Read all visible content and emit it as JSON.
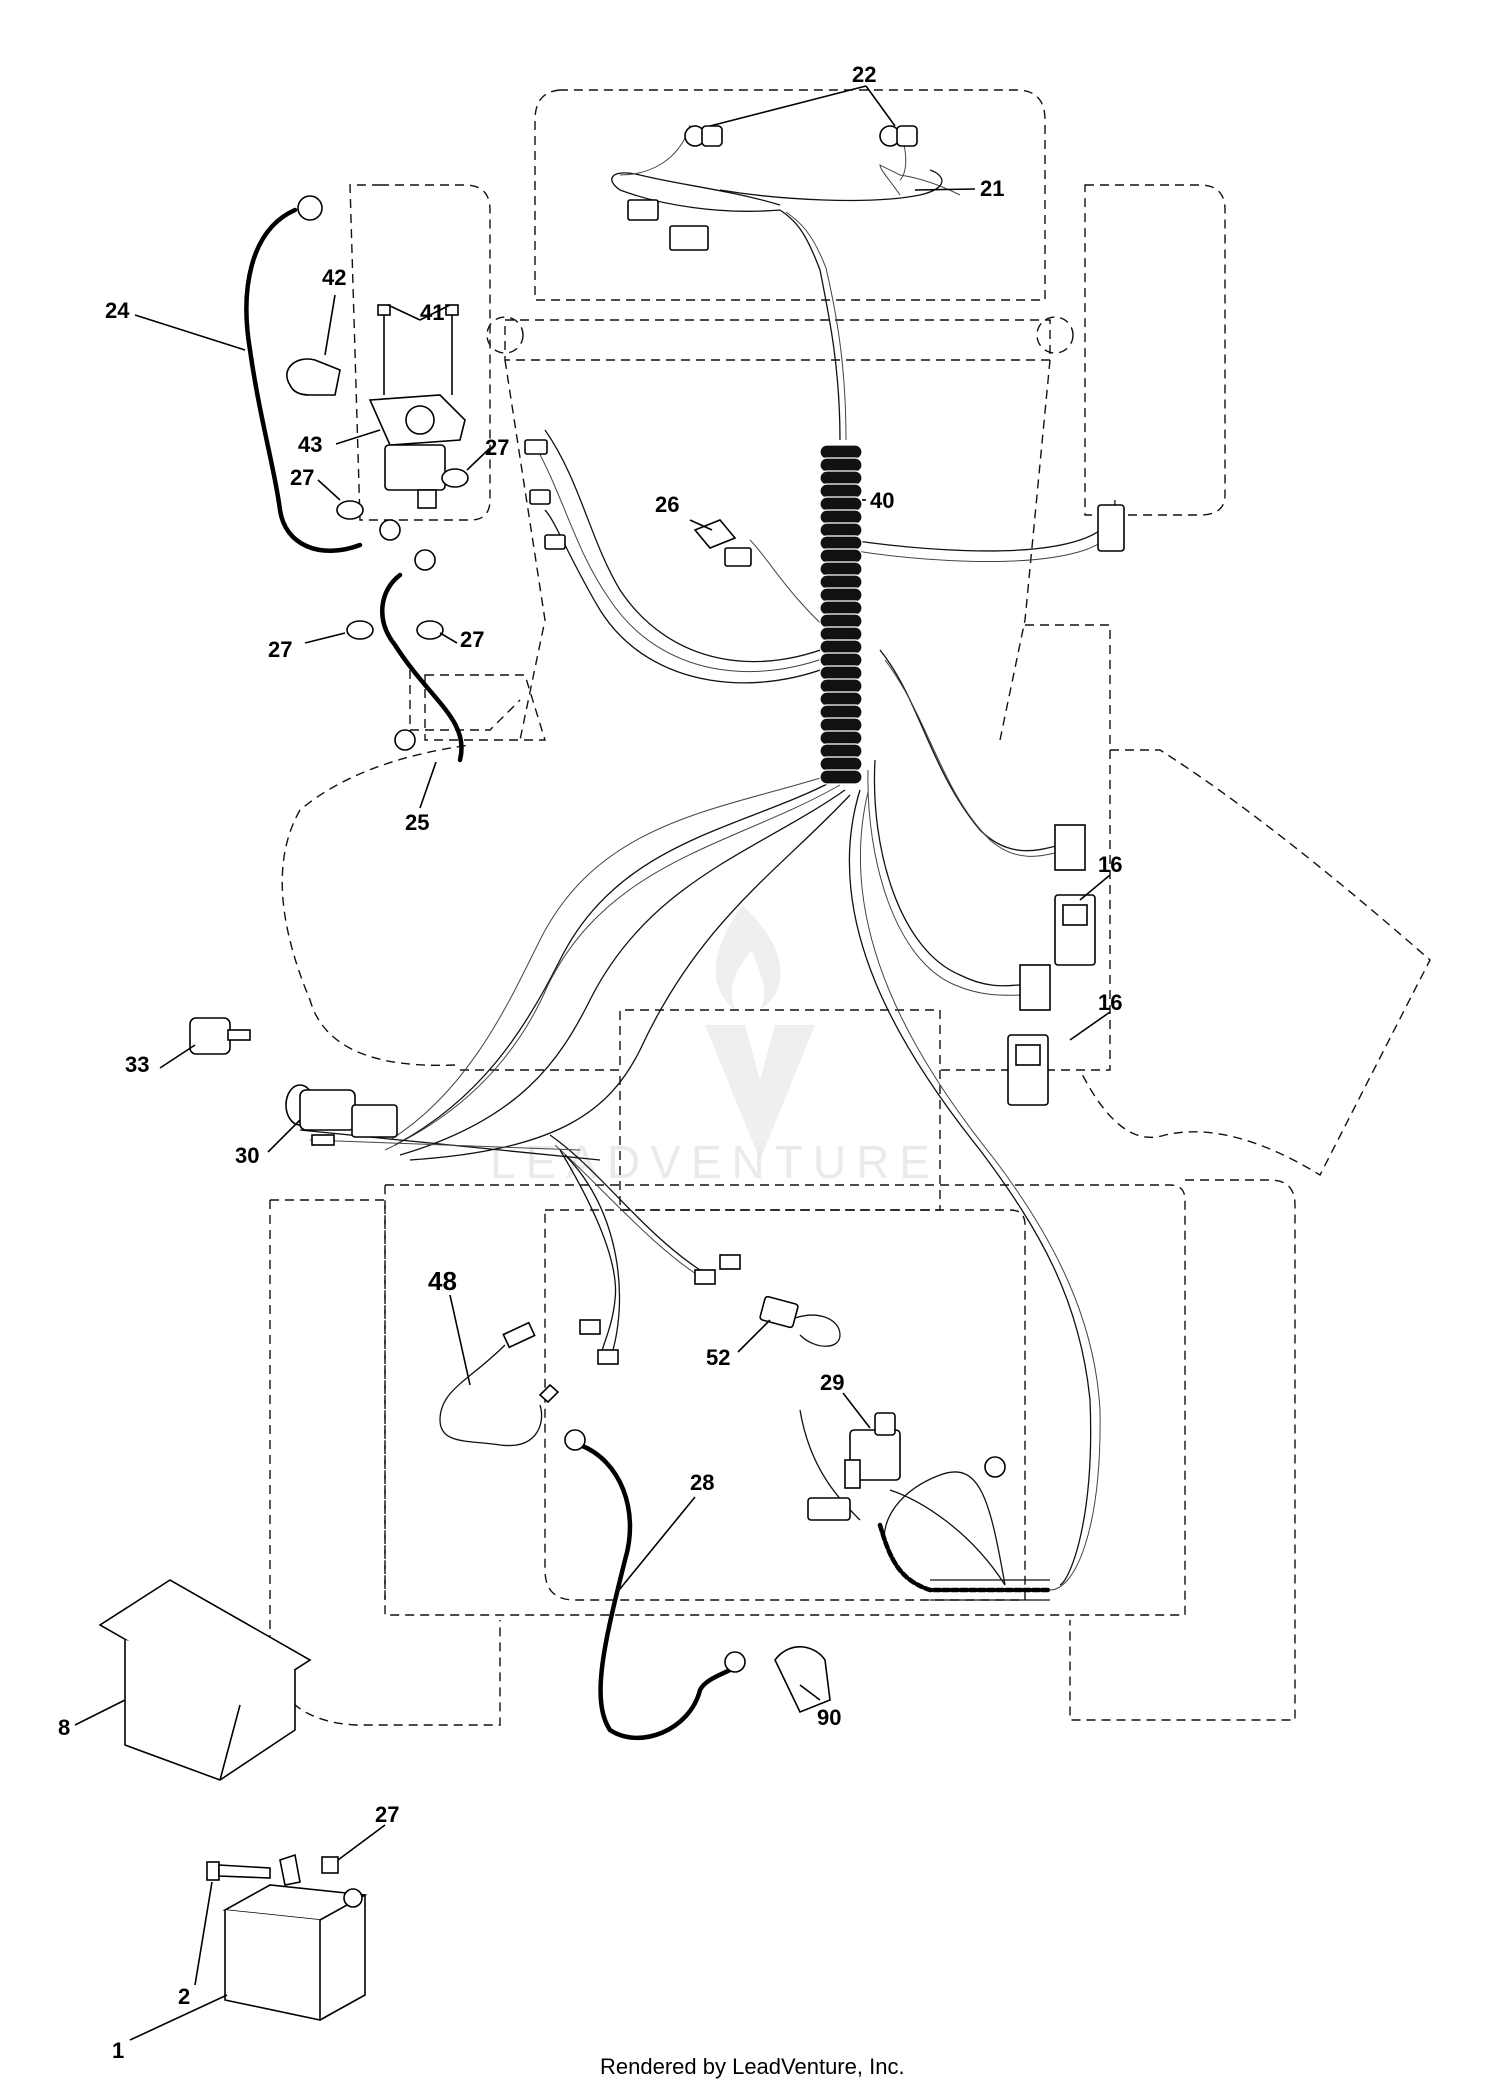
{
  "callouts": [
    {
      "id": "c1",
      "label": "1"
    },
    {
      "id": "c2",
      "label": "2"
    },
    {
      "id": "c8",
      "label": "8"
    },
    {
      "id": "c16a",
      "label": "16"
    },
    {
      "id": "c16b",
      "label": "16"
    },
    {
      "id": "c21",
      "label": "21"
    },
    {
      "id": "c22",
      "label": "22"
    },
    {
      "id": "c24",
      "label": "24"
    },
    {
      "id": "c25",
      "label": "25"
    },
    {
      "id": "c26",
      "label": "26"
    },
    {
      "id": "c27a",
      "label": "27"
    },
    {
      "id": "c27b",
      "label": "27"
    },
    {
      "id": "c27c",
      "label": "27"
    },
    {
      "id": "c27d",
      "label": "27"
    },
    {
      "id": "c27e",
      "label": "27"
    },
    {
      "id": "c28",
      "label": "28"
    },
    {
      "id": "c29",
      "label": "29"
    },
    {
      "id": "c30",
      "label": "30"
    },
    {
      "id": "c33",
      "label": "33"
    },
    {
      "id": "c40",
      "label": "40"
    },
    {
      "id": "c41",
      "label": "41"
    },
    {
      "id": "c42",
      "label": "42"
    },
    {
      "id": "c43",
      "label": "43"
    },
    {
      "id": "c48",
      "label": "48"
    },
    {
      "id": "c52",
      "label": "52"
    },
    {
      "id": "c90",
      "label": "90"
    }
  ],
  "watermark": {
    "text": "LEADVENTURE"
  },
  "footer": {
    "text": "Rendered by LeadVenture, Inc."
  }
}
